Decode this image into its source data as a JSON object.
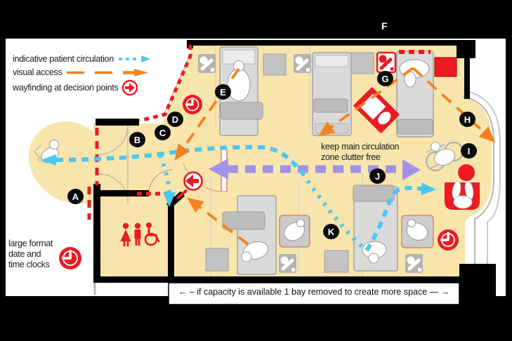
{
  "legend": {
    "items": [
      {
        "label": "indicative patient circulation",
        "icon": "cyan-dashed-arrow-icon"
      },
      {
        "label": "visual access",
        "icon": "orange-dashed-arrow-icon"
      },
      {
        "label": "wayfinding at decision points",
        "icon": "red-circled-arrow-icon"
      }
    ]
  },
  "markers": [
    {
      "letter": "A"
    },
    {
      "letter": "B"
    },
    {
      "letter": "C"
    },
    {
      "letter": "D"
    },
    {
      "letter": "E"
    },
    {
      "letter": "F"
    },
    {
      "letter": "G"
    },
    {
      "letter": "H"
    },
    {
      "letter": "I"
    },
    {
      "letter": "J"
    },
    {
      "letter": "K"
    }
  ],
  "notes": {
    "clutter_free": {
      "line1": "keep main circulation",
      "line2": "zone clutter free"
    },
    "clocks": {
      "line1": "large format",
      "line2": "date and",
      "line3": "time clocks"
    },
    "capacity": "←  –  if capacity is available 1 bay removed to create more space  —  →"
  },
  "icons": [
    "clock-icon",
    "wayfinding-decision-icon",
    "toilet-figures-icon",
    "wheelchair-user-icon",
    "patient-figure-icon",
    "chair-table-icon",
    "red-armchair-icon"
  ],
  "colors": {
    "floor": "#F7E5AC",
    "patient_circulation": "#4BC7F2",
    "visual_access": "#F58220",
    "wayfinding_red": "#EC1A23",
    "main_zone_purple": "#A192E8",
    "wall": "#000000",
    "furniture": "#DADADA"
  }
}
